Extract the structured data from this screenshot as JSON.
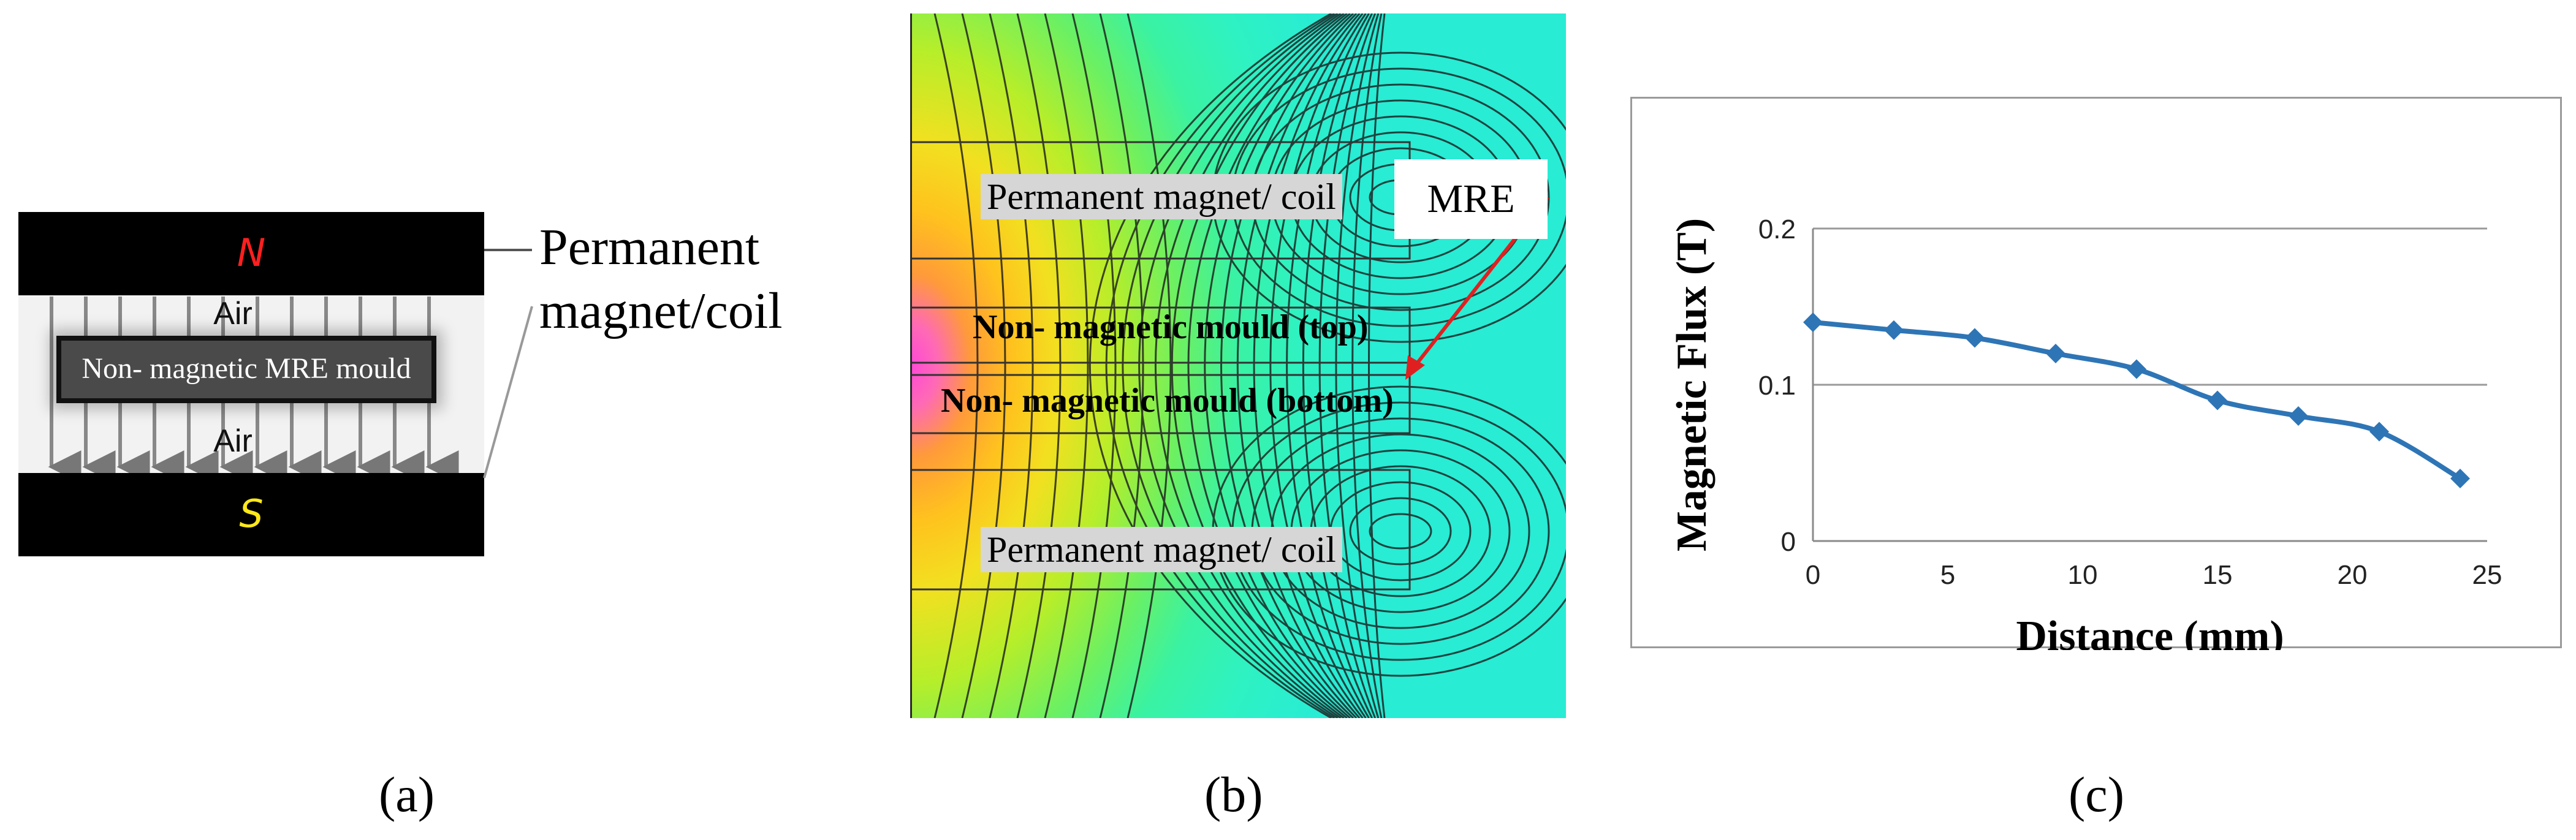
{
  "panel_a": {
    "north": "N",
    "south": "S",
    "air_top": "Air",
    "air_bottom": "Air",
    "mould": "Non- magnetic MRE mould",
    "magnet_label_line1": "Permanent",
    "magnet_label_line2": "magnet/coil",
    "caption": "(a)"
  },
  "panel_b": {
    "magnet_top": "Permanent magnet/ coil",
    "magnet_bottom": "Permanent magnet/ coil",
    "mould_top": "Non- magnetic mould (top)",
    "mould_bottom": "Non- magnetic mould (bottom)",
    "mre": "MRE",
    "caption": "(b)"
  },
  "panel_c": {
    "caption": "(c)"
  },
  "colors": {
    "series": "#2e75b6",
    "arrow": "#e02020",
    "pole_north": "#ff1f1f",
    "pole_south": "#ffe81a"
  },
  "chart_data": {
    "type": "line",
    "xlabel": "Distance (mm)",
    "ylabel": "Magnetic Flux (T)",
    "xlim": [
      0,
      25
    ],
    "ylim": [
      0,
      0.2
    ],
    "xticks": [
      "0",
      "5",
      "10",
      "15",
      "20",
      "25"
    ],
    "yticks": [
      "0",
      "0.1",
      "0.2"
    ],
    "grid": "horizontal",
    "marker": "diamond",
    "series": [
      {
        "x": [
          0,
          3,
          6,
          9,
          12,
          15,
          18,
          21,
          24
        ],
        "values": [
          0.14,
          0.135,
          0.13,
          0.12,
          0.11,
          0.09,
          0.08,
          0.07,
          0.04
        ]
      }
    ]
  }
}
